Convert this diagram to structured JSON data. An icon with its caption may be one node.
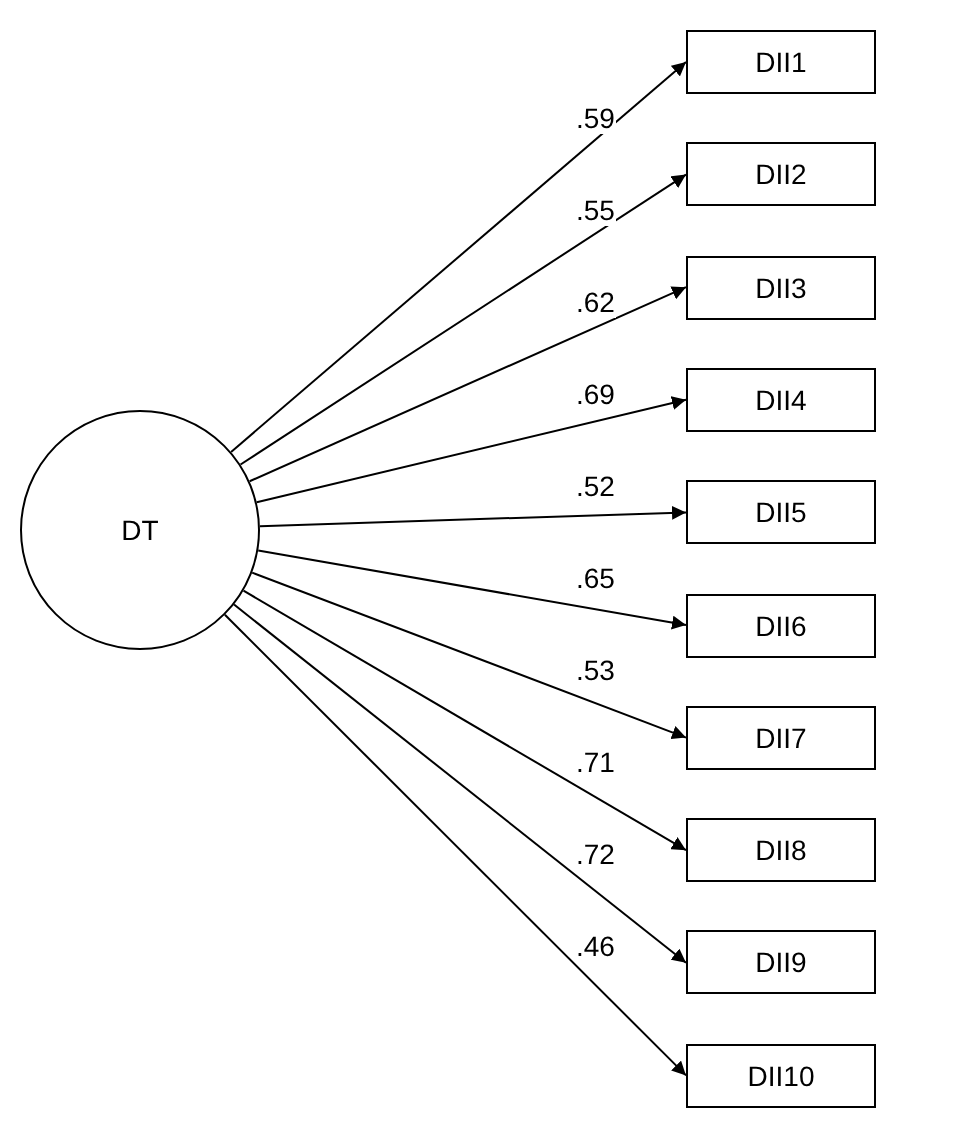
{
  "diagram": {
    "nodes": [
      {
        "text": [
          "DT"
        ]
      },
      {
        "text": [
          "DII1"
        ]
      },
      {
        "text": [
          "DII2"
        ]
      },
      {
        "text": [
          "DII3"
        ]
      },
      {
        "text": [
          "DII4"
        ]
      },
      {
        "text": [
          "DII5"
        ]
      },
      {
        "text": [
          "DII6"
        ]
      },
      {
        "text": [
          "DII7"
        ]
      },
      {
        "text": [
          "DII8"
        ]
      },
      {
        "text": [
          "DII9"
        ]
      },
      {
        "text": [
          "DII10"
        ]
      }
    ],
    "edges": [
      {
        "from": 0,
        "to": 1,
        "arrow": "to",
        "label": ".59"
      },
      {
        "from": 0,
        "to": 2,
        "arrow": "to",
        "label": ".55"
      },
      {
        "from": 0,
        "to": 3,
        "arrow": "to",
        "label": ".62"
      },
      {
        "from": 0,
        "to": 4,
        "arrow": "to",
        "label": ".69"
      },
      {
        "from": 0,
        "to": 5,
        "arrow": "to",
        "label": ".52"
      },
      {
        "from": 0,
        "to": 6,
        "arrow": "to",
        "label": ".65"
      },
      {
        "from": 0,
        "to": 7,
        "arrow": "to",
        "label": ".53"
      },
      {
        "from": 0,
        "to": 8,
        "arrow": "to",
        "label": ".71"
      },
      {
        "from": 0,
        "to": 9,
        "arrow": "to",
        "label": ".72"
      },
      {
        "from": 0,
        "to": 10,
        "arrow": "to",
        "label": ".46"
      }
    ]
  }
}
